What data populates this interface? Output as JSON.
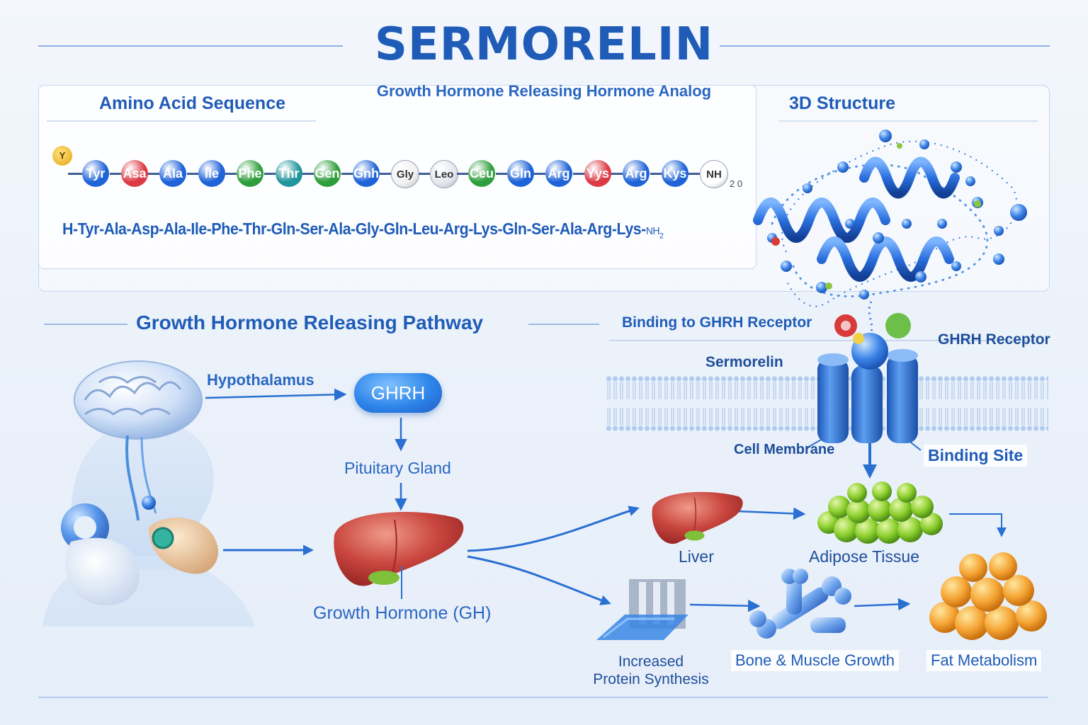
{
  "header": {
    "title": "SERMORELIN",
    "subtitle": "Growth Hormone Releasing Hormone Analog"
  },
  "sequence_panel": {
    "heading": "Amino Acid Sequence",
    "start_marker": "Y",
    "beads": [
      {
        "label": "Tyr",
        "color": "#1f63d8"
      },
      {
        "label": "Asa",
        "color": "#dc3a45"
      },
      {
        "label": "Ala",
        "color": "#1f63d8"
      },
      {
        "label": "Ile",
        "color": "#1f63d8"
      },
      {
        "label": "Phe",
        "color": "#2f9e3c"
      },
      {
        "label": "Thr",
        "color": "#21959b"
      },
      {
        "label": "Gen",
        "color": "#2f9e3c"
      },
      {
        "label": "Gnh",
        "color": "#1f63d8"
      },
      {
        "label": "Gly",
        "color": "#f0f0f0"
      },
      {
        "label": "Leo",
        "color": "#e2e6ec"
      },
      {
        "label": "Ceu",
        "color": "#2f9e3c"
      },
      {
        "label": "Gln",
        "color": "#1f63d8"
      },
      {
        "label": "Arg",
        "color": "#1f63d8"
      },
      {
        "label": "Yys",
        "color": "#dc3a45"
      },
      {
        "label": "Arg",
        "color": "#1f63d8"
      },
      {
        "label": "Kys",
        "color": "#1f63d8"
      },
      {
        "label": "NH",
        "color": "#ffffff"
      }
    ],
    "end_marker_sub": "2 0",
    "sequence_text": "H-Tyr-Ala-Asp-Ala-Ile-Phe-Thr-Gln-Ser-Ala-Gly-Gln-Leu-Arg-Lys-Gln-Ser-Ala-Arg-Lys-",
    "sequence_end": "NH",
    "sequence_end_sub": "2"
  },
  "structure_panel": {
    "heading": "3D Structure"
  },
  "pathway": {
    "heading": "Growth Hormone Releasing Pathway",
    "hypothalamus": "Hypothalamus",
    "ghrh": "GHRH",
    "pituitary": "Pituitary Gland",
    "growth_hormone": "Growth Hormone (GH)"
  },
  "receptor": {
    "binding_title": "Binding to GHRH Receptor",
    "ghrh_receptor": "GHRH Receptor",
    "sermorelin": "Sermorelin",
    "cell_membrane": "Cell Membrane",
    "binding_site": "Binding Site"
  },
  "effects": {
    "liver": "Liver",
    "adipose": "Adipose Tissue",
    "protein_line1": "Increased",
    "protein_line2": "Protein Synthesis",
    "bone": "Bone & Muscle Growth",
    "fat": "Fat Metabolism"
  },
  "colors": {
    "primary": "#1f5cb8",
    "accent_red": "#dc3a45",
    "accent_green": "#2f9e3c",
    "accent_orange": "#f0a030"
  },
  "icons": [
    "brain-icon",
    "head-silhouette-icon",
    "pituitary-icon",
    "liver-icon",
    "protein-helix-icon",
    "receptor-icon",
    "adipose-cells-icon",
    "protein-synthesis-icon",
    "bone-icon",
    "fat-cells-icon"
  ]
}
